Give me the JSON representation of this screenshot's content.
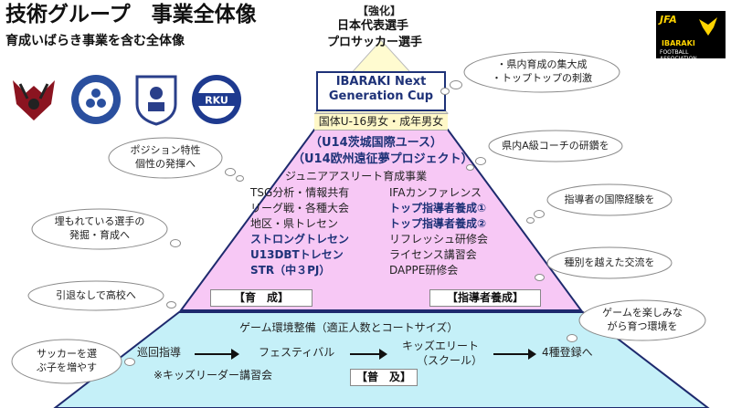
{
  "header": {
    "title": "技術グループ　事業全体像",
    "subtitle": "育成いばらき事業を含む全体像"
  },
  "logos": {
    "jfa_mark": "JFA",
    "association_line1": "IBARAKI",
    "association_line2": "FOOTBALL ASSOCIATION",
    "rku": "RKU"
  },
  "apex": {
    "heading": "【強化】",
    "line1": "日本代表選手",
    "line2": "プロサッカー選手",
    "cup_line1": "IBARAKI Next",
    "cup_line2": "Generation Cup",
    "band": "国体U-16男女・成年男女"
  },
  "middle": {
    "highlight1": "（U14茨城国際ユース）",
    "highlight2": "（U14欧州遠征夢プロジェクト）",
    "junior_athlete": "ジュニアアスリート育成事業",
    "left_items": [
      {
        "text": "TSG分析・情報共有",
        "bold": false
      },
      {
        "text": "リーグ戦・各種大会",
        "bold": false
      },
      {
        "text": "地区・県トレセン",
        "bold": false
      },
      {
        "text": "ストロングトレセン",
        "bold": true
      },
      {
        "text": "U13DBTトレセン",
        "bold": true
      },
      {
        "text": "STR（中３PJ）",
        "bold": true
      }
    ],
    "right_items": [
      {
        "text": "IFAカンファレンス",
        "bold": false
      },
      {
        "text": "トップ指導者養成①",
        "bold": true
      },
      {
        "text": "トップ指導者養成②",
        "bold": true
      },
      {
        "text": "リフレッシュ研修会",
        "bold": false
      },
      {
        "text": "ライセンス講習会",
        "bold": false
      },
      {
        "text": "DAPPE研修会",
        "bold": false
      }
    ],
    "label_ikusei": "【育　成】",
    "label_shidosha": "【指導者養成】"
  },
  "base": {
    "environment": "ゲーム環境整備（適正人数とコートサイズ）",
    "flow": [
      "巡回指導",
      "フェスティバル",
      "キッズエリート",
      "（スクール）",
      "4種登録へ"
    ],
    "kids_leader": "※キッズリーダー講習会",
    "label_fukyu": "【普　及】"
  },
  "clouds": {
    "top_right": "・県内育成の集大成\n・トップトップの刺激",
    "right_1": "県内A級コーチの研鑽を",
    "right_2": "指導者の国際経験を",
    "right_3": "種別を越えた交流を",
    "right_4": "ゲームを楽しみな\nがら育つ環境を",
    "left_1": "ポジション特性\n個性の発揮へ",
    "left_2": "埋もれている選手の\n発掘・育成へ",
    "left_3": "引退なしで高校へ",
    "left_4": "サッカーを選\nぶ子を増やす"
  },
  "colors": {
    "apex_fill": "#fffbd0",
    "middle_fill": "#f7c8f5",
    "base_fill": "#c5f0f8",
    "accent_blue": "#1e3278",
    "outline": "#1e2a6e"
  }
}
